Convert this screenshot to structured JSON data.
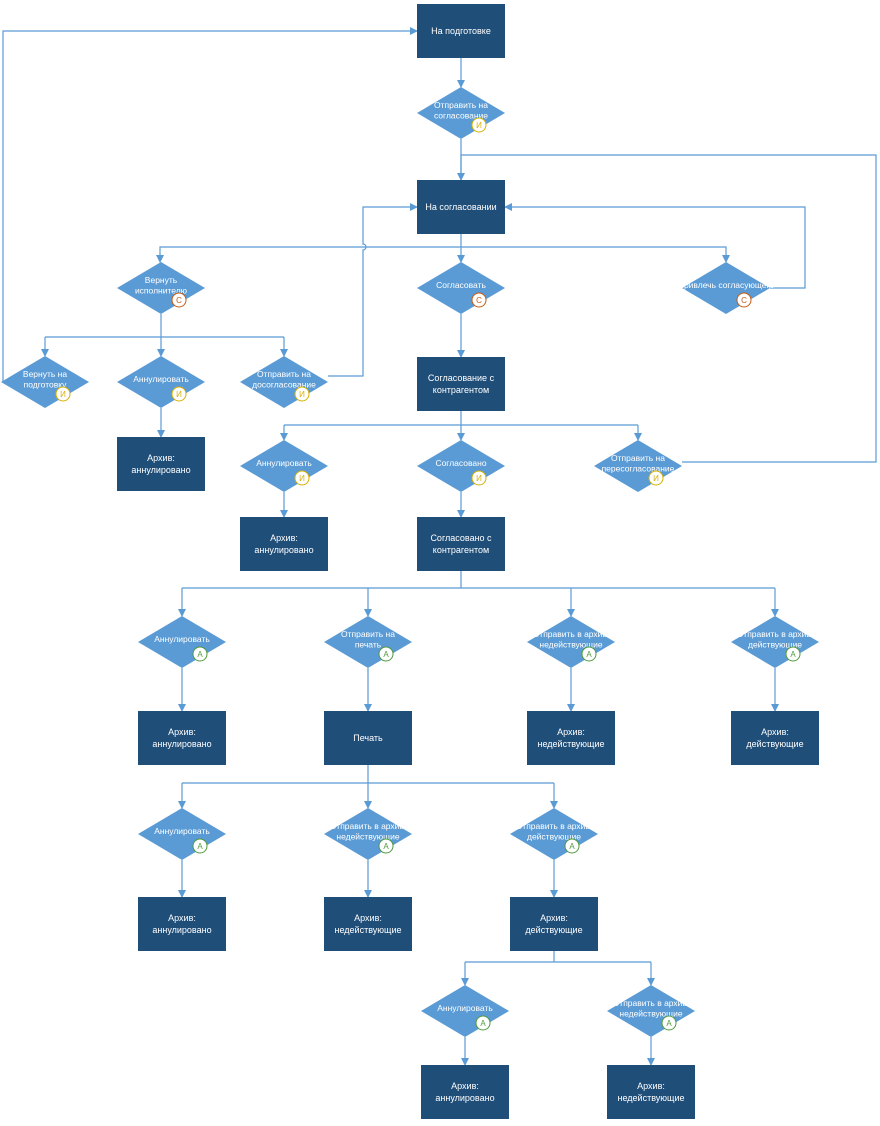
{
  "colors": {
    "state_fill": "#1f4e79",
    "action_fill": "#5b9bd5",
    "connector": "#5b9bd5",
    "badge_fill": "#ffffff",
    "badge_i": "#d4b000",
    "badge_c": "#c55a11",
    "badge_a": "#4f9a3c"
  },
  "states": {
    "s1": "На подготовке",
    "s2": "На согласовании",
    "s3": [
      "Согласование с",
      "контрагентом"
    ],
    "s4": [
      "Архив:",
      "аннулировано"
    ],
    "s5": [
      "Архив:",
      "аннулировано"
    ],
    "s6": [
      "Согласовано с",
      "контрагентом"
    ],
    "s7": [
      "Архив:",
      "аннулировано"
    ],
    "s8": "Печать",
    "s9": [
      "Архив:",
      "недействующие"
    ],
    "s10": [
      "Архив:",
      "действующие"
    ],
    "s11": [
      "Архив:",
      "аннулировано"
    ],
    "s12": [
      "Архив:",
      "недействующие"
    ],
    "s13": [
      "Архив:",
      "действующие"
    ],
    "s14": [
      "Архив:",
      "аннулировано"
    ],
    "s15": [
      "Архив:",
      "недействующие"
    ]
  },
  "actions": {
    "a1": [
      "Отправить на",
      "согласование"
    ],
    "a2": [
      "Вернуть",
      "исполнителю"
    ],
    "a3": "Согласовать",
    "a4": "Привлечь согласующего",
    "a5": [
      "Вернуть на",
      "подготовку"
    ],
    "a6": "Аннулировать",
    "a7": [
      "Отправить на",
      "досогласование"
    ],
    "a8": "Аннулировать",
    "a9": "Согласовано",
    "a10": [
      "Отправить на",
      "пересогласование"
    ],
    "a11": "Аннулировать",
    "a12": [
      "Отправить на",
      "печать"
    ],
    "a13": [
      "Отправить в архив:",
      "недействующие"
    ],
    "a14": [
      "Отправить в архив:",
      "действующие"
    ],
    "a15": "Аннулировать",
    "a16": [
      "Отправить в архив:",
      "недействующие"
    ],
    "a17": [
      "Отправить в архив:",
      "действующие"
    ],
    "a18": "Аннулировать",
    "a19": [
      "Отправить в архив:",
      "недействующие"
    ]
  },
  "badges": {
    "a1": "И",
    "a2": "С",
    "a3": "С",
    "a4": "С",
    "a5": "И",
    "a6": "И",
    "a7": "И",
    "a8": "И",
    "a9": "И",
    "a10": "И",
    "a11": "А",
    "a12": "А",
    "a13": "А",
    "a14": "А",
    "a15": "А",
    "a16": "А",
    "a17": "А",
    "a18": "А",
    "a19": "А"
  }
}
